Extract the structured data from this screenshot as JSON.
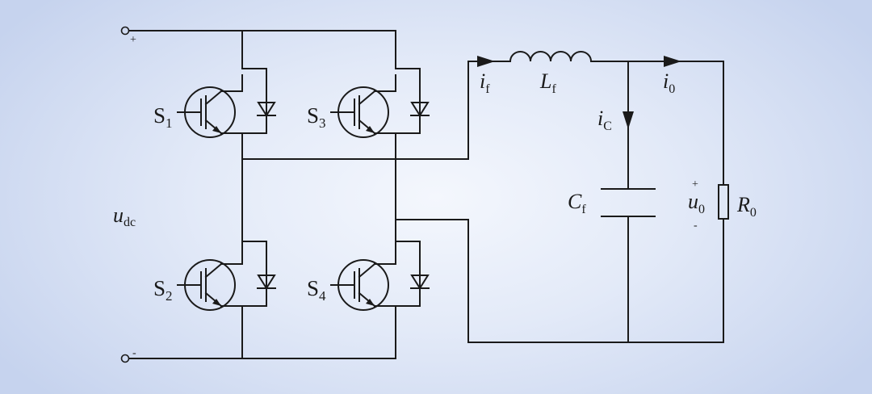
{
  "diagram": {
    "terminals": {
      "plus": "+",
      "minus": "-"
    },
    "input_voltage": {
      "main": "u",
      "sub": "dc"
    },
    "switches": [
      {
        "main": "S",
        "sub": "1"
      },
      {
        "main": "S",
        "sub": "3"
      },
      {
        "main": "S",
        "sub": "2"
      },
      {
        "main": "S",
        "sub": "4"
      }
    ],
    "filter_current": {
      "main": "i",
      "sub": "f"
    },
    "inductor": {
      "main": "L",
      "sub": "f"
    },
    "output_current": {
      "main": "i",
      "sub": "0"
    },
    "capacitor_current": {
      "main": "i",
      "sub": "C"
    },
    "capacitor": {
      "main": "C",
      "sub": "f"
    },
    "output_voltage": {
      "main": "u",
      "sub": "0",
      "plus": "+",
      "minus": "-"
    },
    "resistor": {
      "main": "R",
      "sub": "0"
    }
  }
}
